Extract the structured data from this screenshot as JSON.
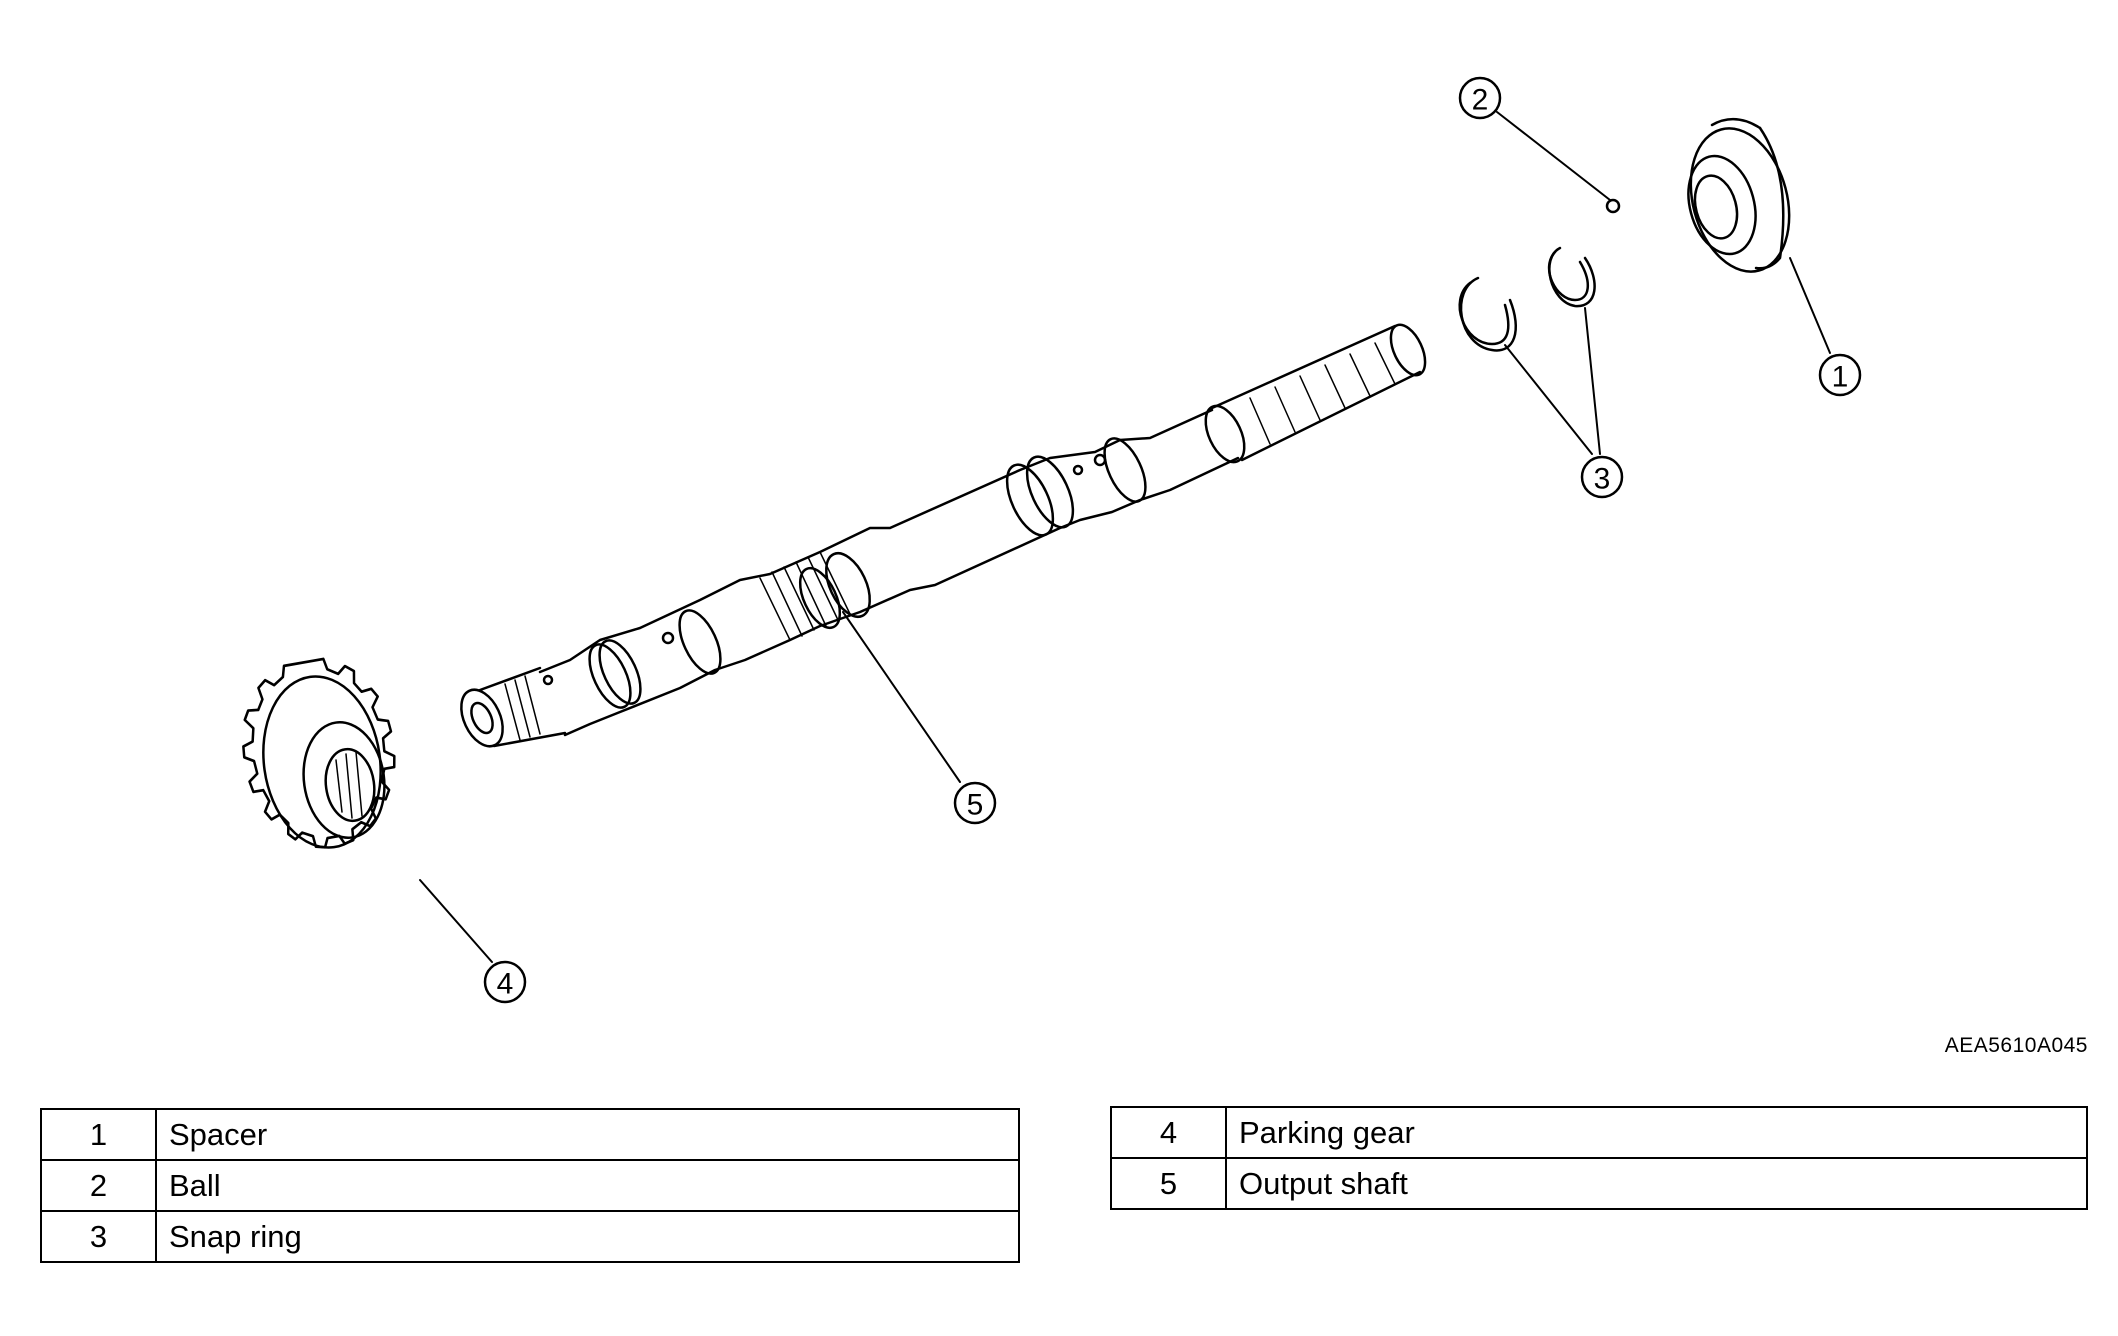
{
  "figure_code": "AEA5610A045",
  "callouts": [
    {
      "id": "1",
      "label": "①"
    },
    {
      "id": "2",
      "label": "②"
    },
    {
      "id": "3",
      "label": "③"
    },
    {
      "id": "4",
      "label": "④"
    },
    {
      "id": "5",
      "label": "⑤"
    }
  ],
  "legend": {
    "left": [
      {
        "num": "1",
        "name": "Spacer"
      },
      {
        "num": "2",
        "name": "Ball"
      },
      {
        "num": "3",
        "name": "Snap ring"
      }
    ],
    "right": [
      {
        "num": "4",
        "name": "Parking gear"
      },
      {
        "num": "5",
        "name": "Output shaft"
      }
    ]
  },
  "colors": {
    "line": "#000000",
    "background": "#ffffff"
  }
}
